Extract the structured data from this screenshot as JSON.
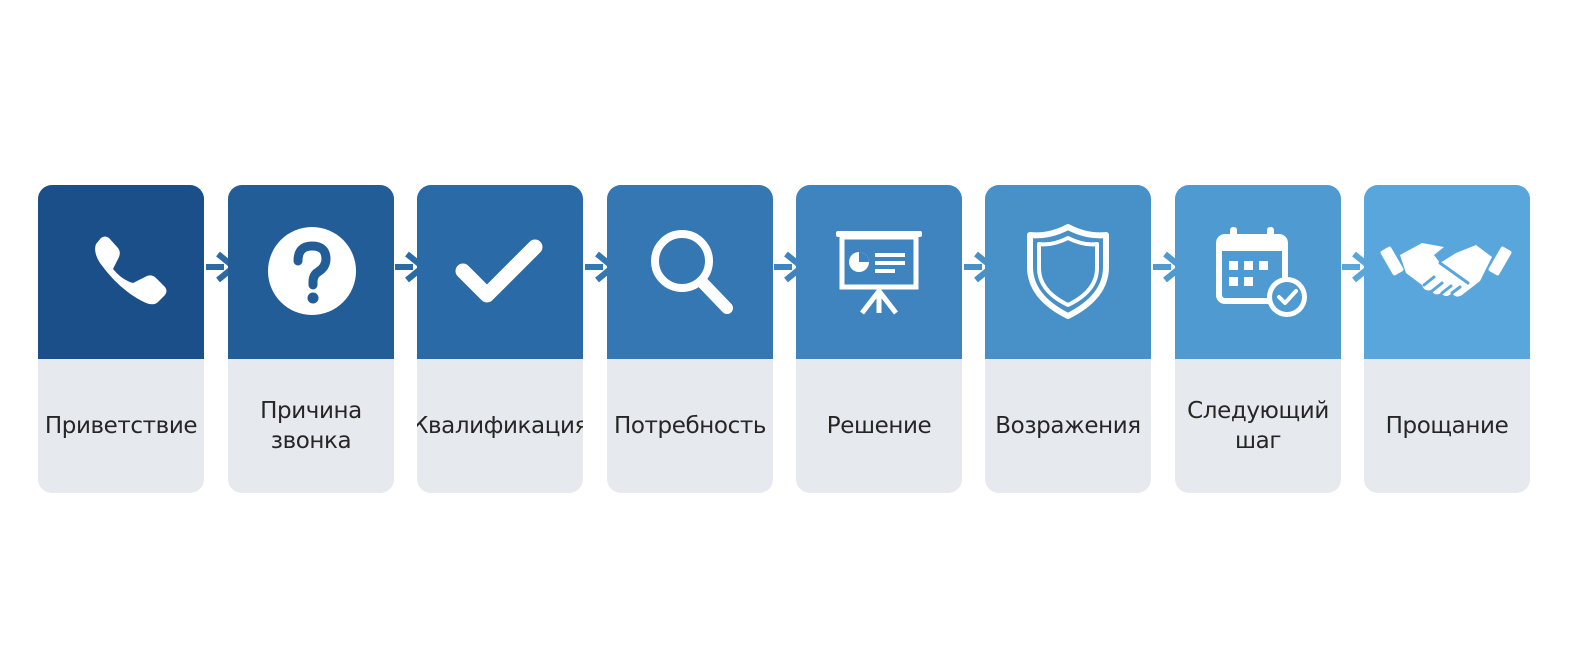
{
  "steps": [
    {
      "label": "Приветствие",
      "icon": "phone-icon",
      "color": "#1a4f8a"
    },
    {
      "label": "Причина\nзвонка",
      "icon": "question-icon",
      "color": "#225d98"
    },
    {
      "label": "Квалификация",
      "icon": "checkmark-icon",
      "color": "#2a6aa6"
    },
    {
      "label": "Потребность",
      "icon": "magnifier-icon",
      "color": "#3577b2"
    },
    {
      "label": "Решение",
      "icon": "presentation-board-icon",
      "color": "#3f84be"
    },
    {
      "label": "Возражения",
      "icon": "shield-icon",
      "color": "#4790c8"
    },
    {
      "label": "Следующий\nшаг",
      "icon": "calendar-check-icon",
      "color": "#4f9ad1"
    },
    {
      "label": "Прощание",
      "icon": "handshake-icon",
      "color": "#59a6dc"
    }
  ],
  "colors": {
    "label_bg": "#e6e9ed",
    "label_text": "#262626",
    "icon": "#ffffff"
  }
}
